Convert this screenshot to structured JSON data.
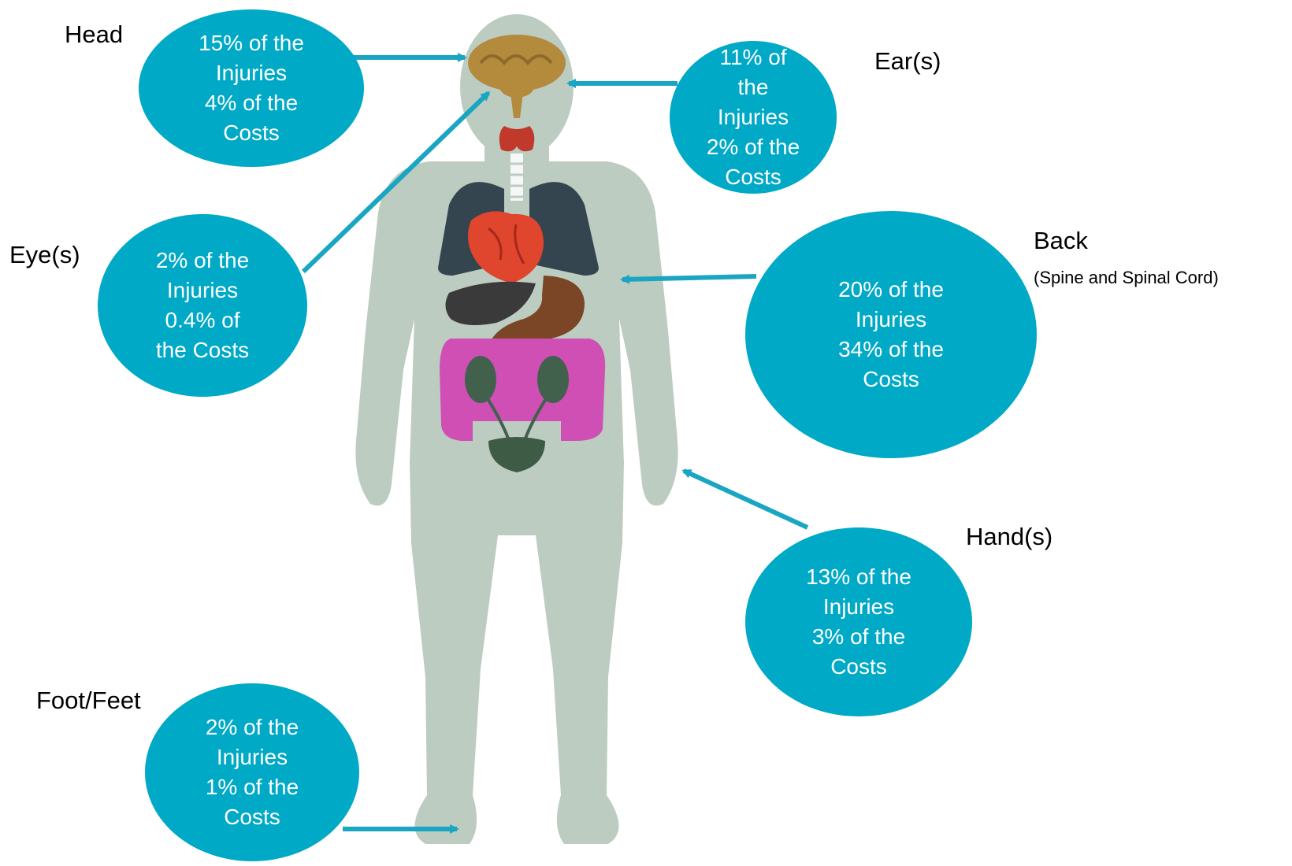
{
  "colors": {
    "bubble": "#00a9c6",
    "arrow": "#1aa6c2",
    "body": "#bcccc1",
    "brain": "#b48a3c",
    "thyroid": "#c0392b",
    "lungs": "#34454f",
    "heart": "#e0462e",
    "liver": "#3a3a3a",
    "stomach": "#7a4626",
    "intestines": "#cf4fb4",
    "kidneys": "#41614d",
    "bladder": "#3e5b45"
  },
  "callouts": {
    "head": {
      "label": "Head",
      "lines": [
        "15% of the",
        "Injuries",
        "4% of the",
        "Costs"
      ]
    },
    "ears": {
      "label": "Ear(s)",
      "lines": [
        "11% of",
        "the",
        "Injuries",
        "2% of the",
        "Costs"
      ]
    },
    "eyes": {
      "label": "Eye(s)",
      "lines": [
        "2% of the",
        "Injuries",
        "0.4% of",
        "the Costs"
      ]
    },
    "back": {
      "label": "Back",
      "sublabel": "(Spine and Spinal Cord)",
      "lines": [
        "20% of the",
        "Injuries",
        "34% of the",
        "Costs"
      ]
    },
    "hands": {
      "label": "Hand(s)",
      "lines": [
        "13% of the",
        "Injuries",
        "3% of the",
        "Costs"
      ]
    },
    "feet": {
      "label": "Foot/Feet",
      "lines": [
        "2% of the",
        "Injuries",
        "1% of the",
        "Costs"
      ]
    }
  }
}
